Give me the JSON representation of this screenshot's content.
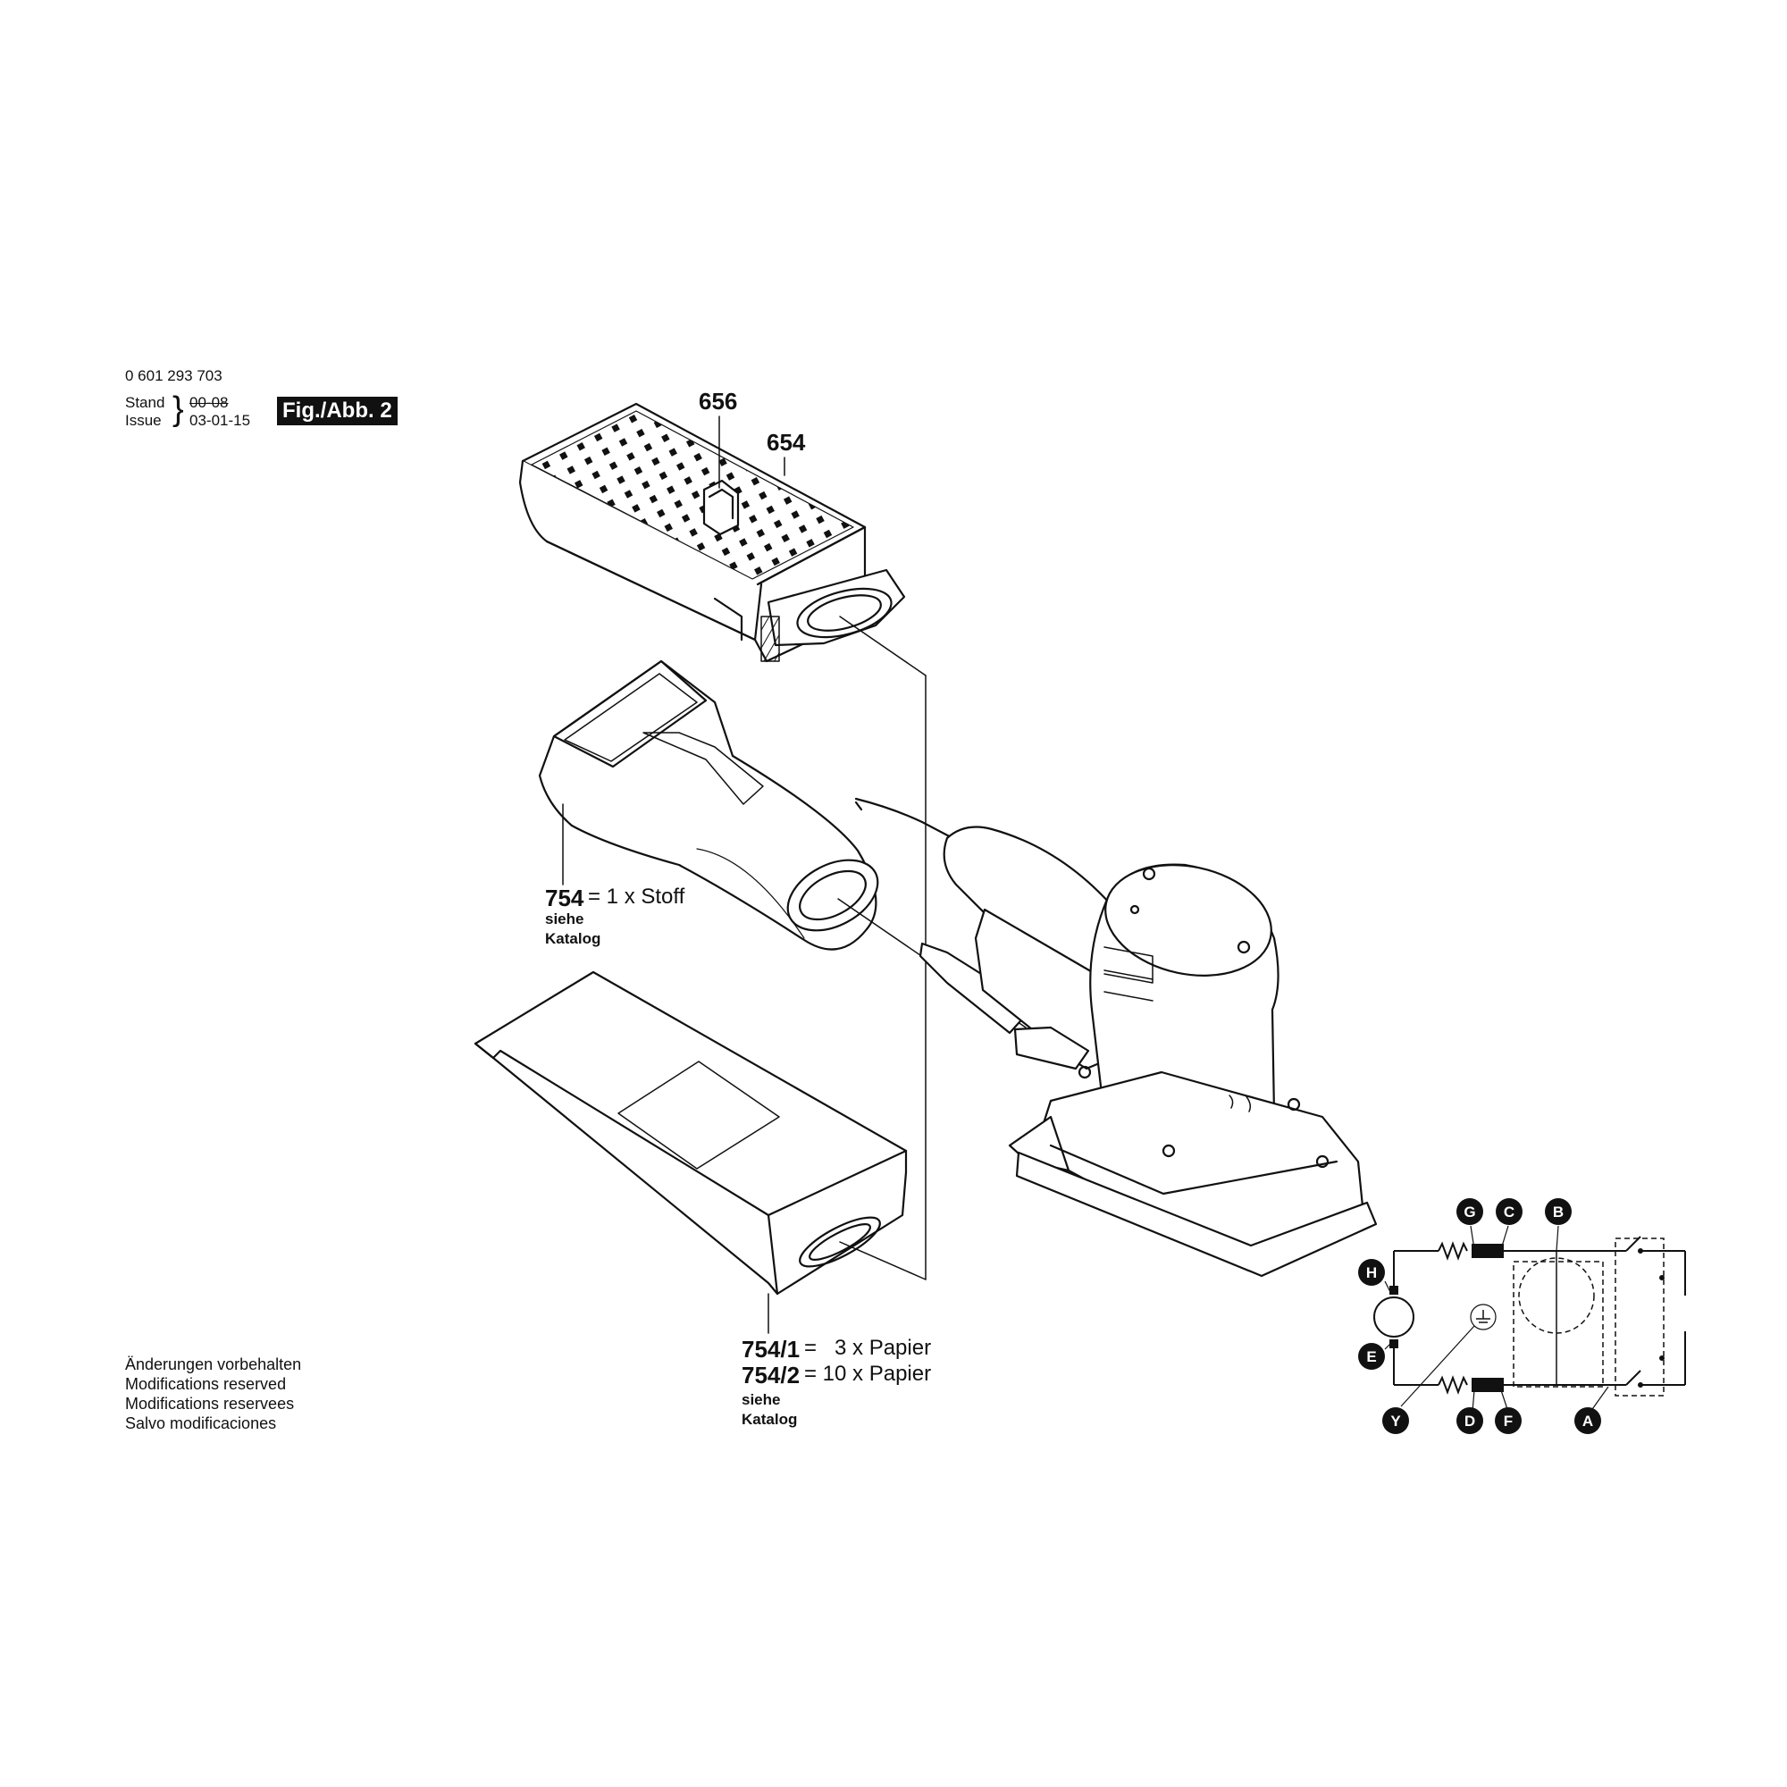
{
  "header": {
    "part_number": "0 601 293 703",
    "stand_label": "Stand",
    "issue_label": "Issue",
    "stand_value": "00-08",
    "issue_value": "03-01-15",
    "figure_label": "Fig./Abb. 2"
  },
  "callouts": {
    "c656": "656",
    "c654": "654",
    "c754": "754",
    "c754_desc": "= 1 x Stoff",
    "c754_siehe": "siehe",
    "c754_katalog": "Katalog",
    "c754_1": "754/1",
    "c754_1_desc": "=   3 x Papier",
    "c754_2": "754/2",
    "c754_2_desc": "= 10 x Papier",
    "c754_12_siehe": "siehe",
    "c754_12_katalog": "Katalog"
  },
  "notes": [
    "Änderungen vorbehalten",
    "Modifications reserved",
    "Modifications reservees",
    "Salvo modificaciones"
  ],
  "circuit_labels": {
    "G": "G",
    "C": "C",
    "B": "B",
    "H": "H",
    "E": "E",
    "Y": "Y",
    "D": "D",
    "F": "F",
    "A": "A"
  },
  "colors": {
    "ink": "#111111",
    "paper": "#ffffff"
  }
}
